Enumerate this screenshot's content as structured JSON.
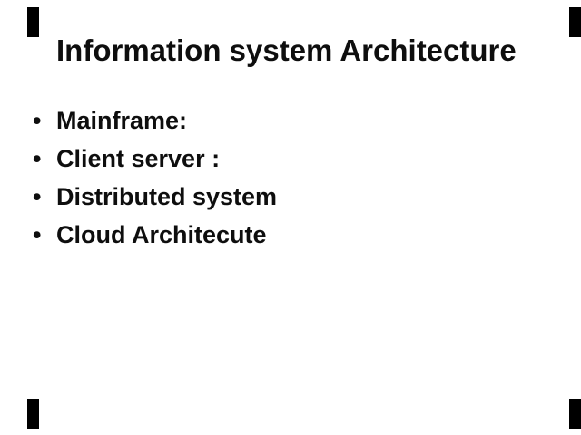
{
  "slide": {
    "title": "Information system Architecture",
    "bullet_char": "•",
    "bullets": [
      "Mainframe:",
      "Client server :",
      "Distributed system",
      "Cloud Architecute"
    ],
    "colors": {
      "background": "#ffffff",
      "title_text": "#0e0e0e",
      "body_text": "#0e0e0e",
      "frame_mark": "#000000"
    }
  }
}
